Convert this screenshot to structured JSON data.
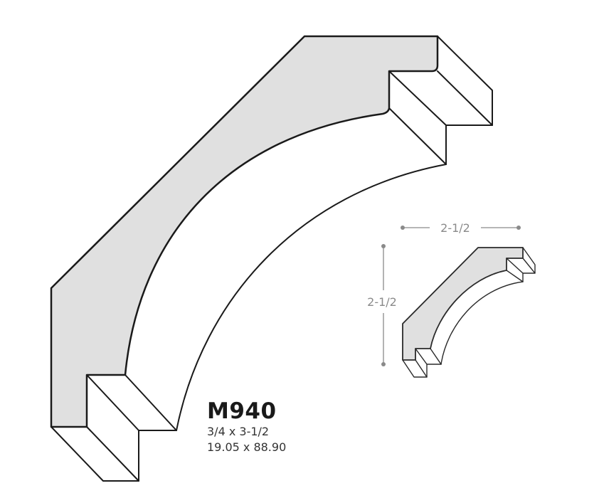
{
  "product": {
    "model": "M940",
    "size_imperial": "3/4 x 3-1/2",
    "size_metric": "19.05 x 88.90"
  },
  "detail": {
    "width_label": "2-1/2",
    "height_label": "2-1/2"
  },
  "colors": {
    "profile_fill": "#e0e0e0",
    "outline": "#1a1a1a",
    "dimension": "#8a8a8a"
  }
}
